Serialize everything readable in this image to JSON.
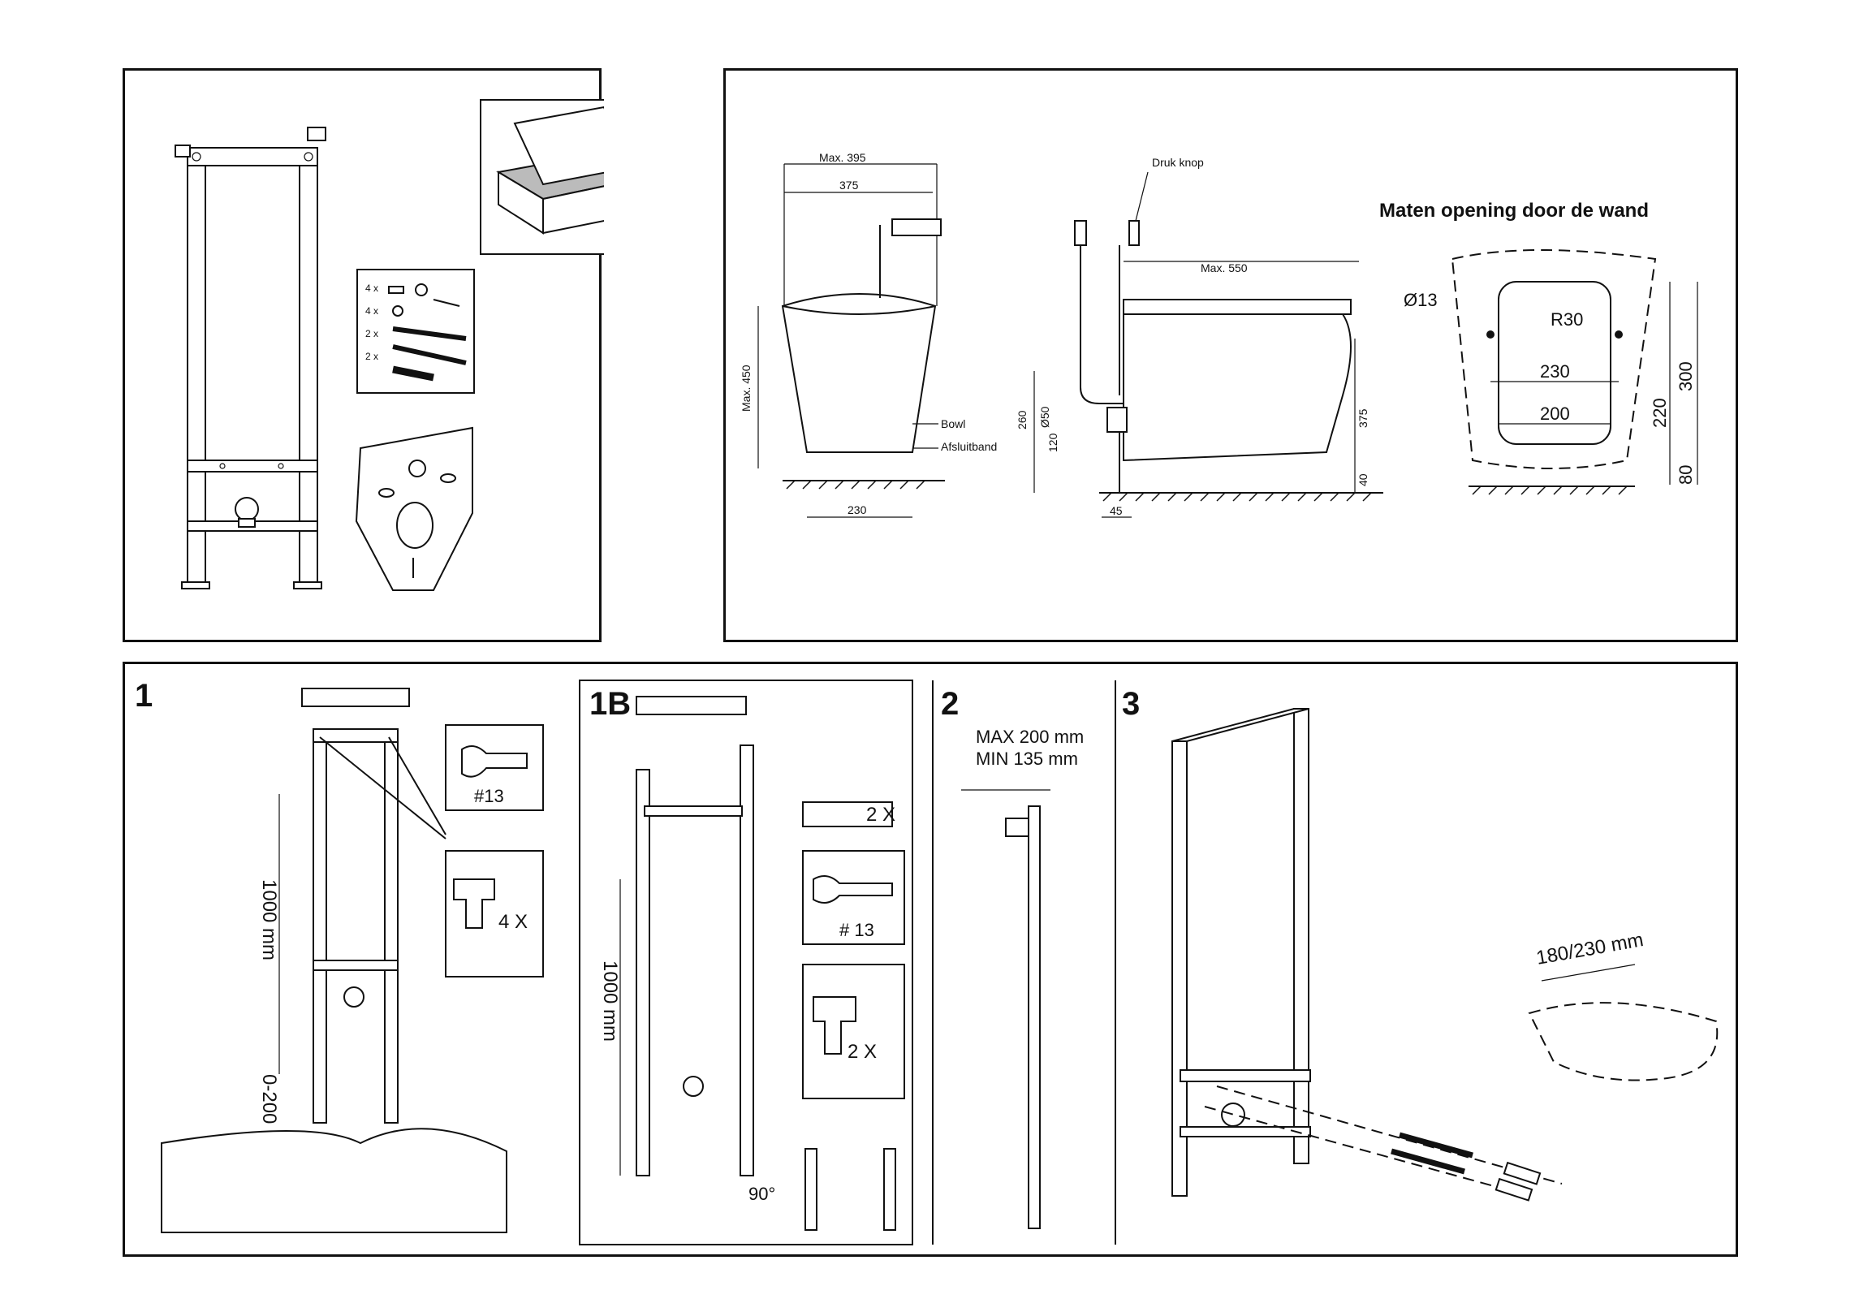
{
  "kit_contents": {
    "hardware": [
      {
        "qty": "4 x",
        "icon": "wall-plug-screw-icon"
      },
      {
        "qty": "4 x",
        "icon": "nut-icon"
      },
      {
        "qty": "2 x",
        "icon": "threaded-rod-icon"
      },
      {
        "qty": "2 x",
        "icon": "sleeve-icon"
      }
    ]
  },
  "dimensions_front": {
    "max_395": "Max. 395",
    "w_375": "375",
    "max_450": "Max. 450",
    "bowl": "Bowl",
    "seal": "Afsluitband",
    "w_230": "230"
  },
  "dimensions_side": {
    "druk_knop": "Druk knop",
    "max_550": "Max. 550",
    "d_260": "260",
    "d_050": "Ø50",
    "d_120": "120",
    "d_375": "375",
    "d_40": "40",
    "d_45": "45"
  },
  "wall_opening": {
    "title": "Maten opening door de wand",
    "hole": "Ø13",
    "radius": "R30",
    "w_230": "230",
    "w_200": "200",
    "h_300": "300",
    "h_220": "220",
    "h_80": "80"
  },
  "step1": {
    "number": "1",
    "wrench": "#13",
    "drill_qty": "4 X",
    "height": "1000 mm",
    "range": "0-200"
  },
  "step1b": {
    "number": "1B",
    "screw_qty": "2 X",
    "wrench": "# 13",
    "drill_qty": "2 X",
    "height": "1000 mm",
    "angle": "90°"
  },
  "step2": {
    "number": "2",
    "max": "MAX 200 mm",
    "min": "MIN 135 mm"
  },
  "step3": {
    "number": "3",
    "spacing": "180/230 mm"
  }
}
